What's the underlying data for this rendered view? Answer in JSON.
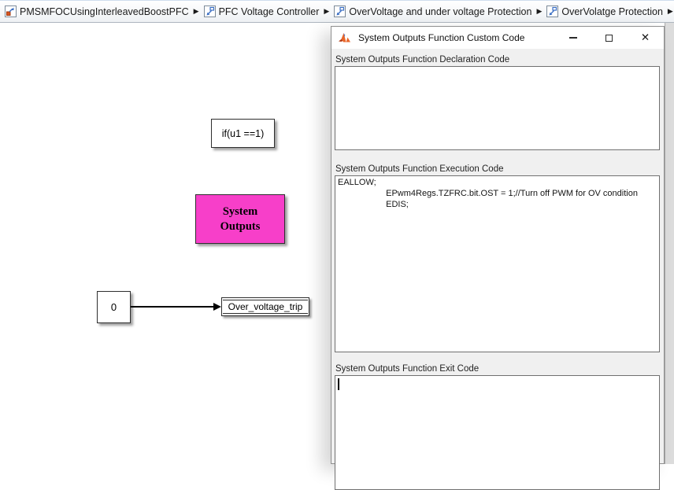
{
  "breadcrumb": {
    "separator": "▶",
    "items": [
      {
        "label": "PMSMFOCUsingInterleavedBoostPFC",
        "icon": "model-icon"
      },
      {
        "label": "PFC Voltage Controller",
        "icon": "subsystem-icon"
      },
      {
        "label": "OverVoltage and under voltage Protection",
        "icon": "subsystem-icon"
      },
      {
        "label": "OverVolatge Protection",
        "icon": "subsystem-icon"
      }
    ]
  },
  "canvas": {
    "if_block": {
      "label": "if(u1 ==1)"
    },
    "system_outputs_block": {
      "line1": "System",
      "line2": "Outputs",
      "fill_color": "#f73fc9"
    },
    "constant_block": {
      "value": "0"
    },
    "data_store_block": {
      "label": "Over_voltage_trip"
    }
  },
  "dialog": {
    "title": "System Outputs Function Custom Code",
    "close_icon_glyph": "✕",
    "sections": [
      {
        "label": "System Outputs Function Declaration Code",
        "value": ""
      },
      {
        "label": "System Outputs Function Execution Code",
        "value": "EALLOW;\n                    EPwm4Regs.TZFRC.bit.OST = 1;//Turn off PWM for OV condition\n                    EDIS;"
      },
      {
        "label": "System Outputs Function Exit Code",
        "value": ""
      }
    ]
  },
  "colors": {
    "block_magenta": "#f73fc9",
    "focus_border_blue": "#3399e0",
    "dialog_background": "#f0f0f0",
    "matlab_orange": "#e8662a",
    "matlab_dark_red": "#b03a16"
  }
}
